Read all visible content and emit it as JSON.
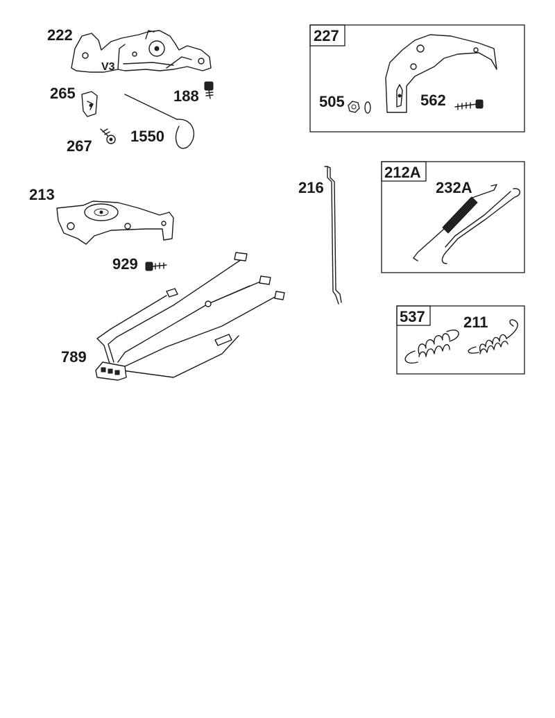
{
  "labels": {
    "p222": "222",
    "v3": "V3",
    "p265": "265",
    "p188": "188",
    "p267": "267",
    "p1550": "1550",
    "p227": "227",
    "p505": "505",
    "p562": "562",
    "p213": "213",
    "p216": "216",
    "p212a": "212A",
    "p232a": "232A",
    "p929": "929",
    "p789": "789",
    "p537": "537",
    "p211": "211"
  }
}
